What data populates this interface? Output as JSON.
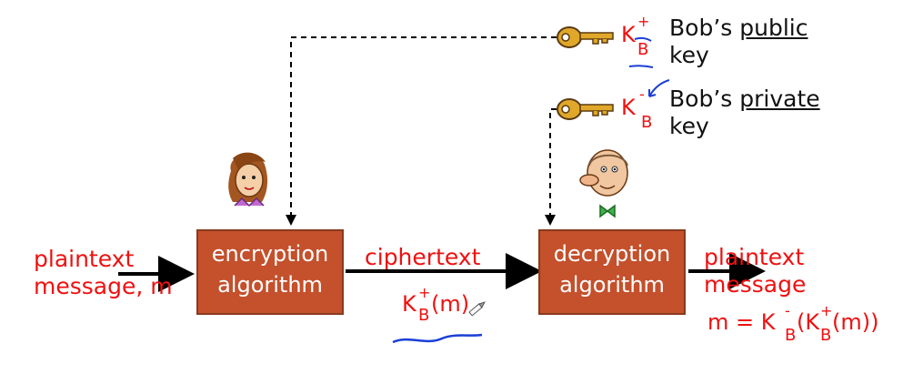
{
  "left_plaintext": {
    "line1": "plaintext",
    "line2": "message, m"
  },
  "encryption_box": {
    "line1": "encryption",
    "line2": "algorithm"
  },
  "ciphertext": {
    "label": "ciphertext",
    "key_letter": "K",
    "key_sub": "B",
    "key_sup": "+",
    "arg": "(m)"
  },
  "decryption_box": {
    "line1": "decryption",
    "line2": "algorithm"
  },
  "right_plaintext": {
    "line1": "plaintext",
    "line2": "message",
    "eq_prefix": "m = K",
    "sub1": "B",
    "sup1": "-",
    "mid": "(K",
    "sub2": "B",
    "sup2": "+",
    "suffix": "(m))"
  },
  "public_key": {
    "letter": "K",
    "sub": "B",
    "sup": "+",
    "label_owner": "Bob’s",
    "label_word": "public",
    "label_line2": "key"
  },
  "private_key": {
    "letter": "K",
    "sub": "B",
    "sup": "-",
    "label_owner": "Bob’s",
    "label_word": "private",
    "label_line2": "key"
  },
  "colors": {
    "box_fill": "#c4502c",
    "text_red": "#ee1111",
    "annotation_blue": "#1a3fd6",
    "key_gold": "#e0a82a"
  },
  "icons": [
    "key-icon",
    "alice-icon",
    "bob-icon",
    "pencil-icon"
  ]
}
